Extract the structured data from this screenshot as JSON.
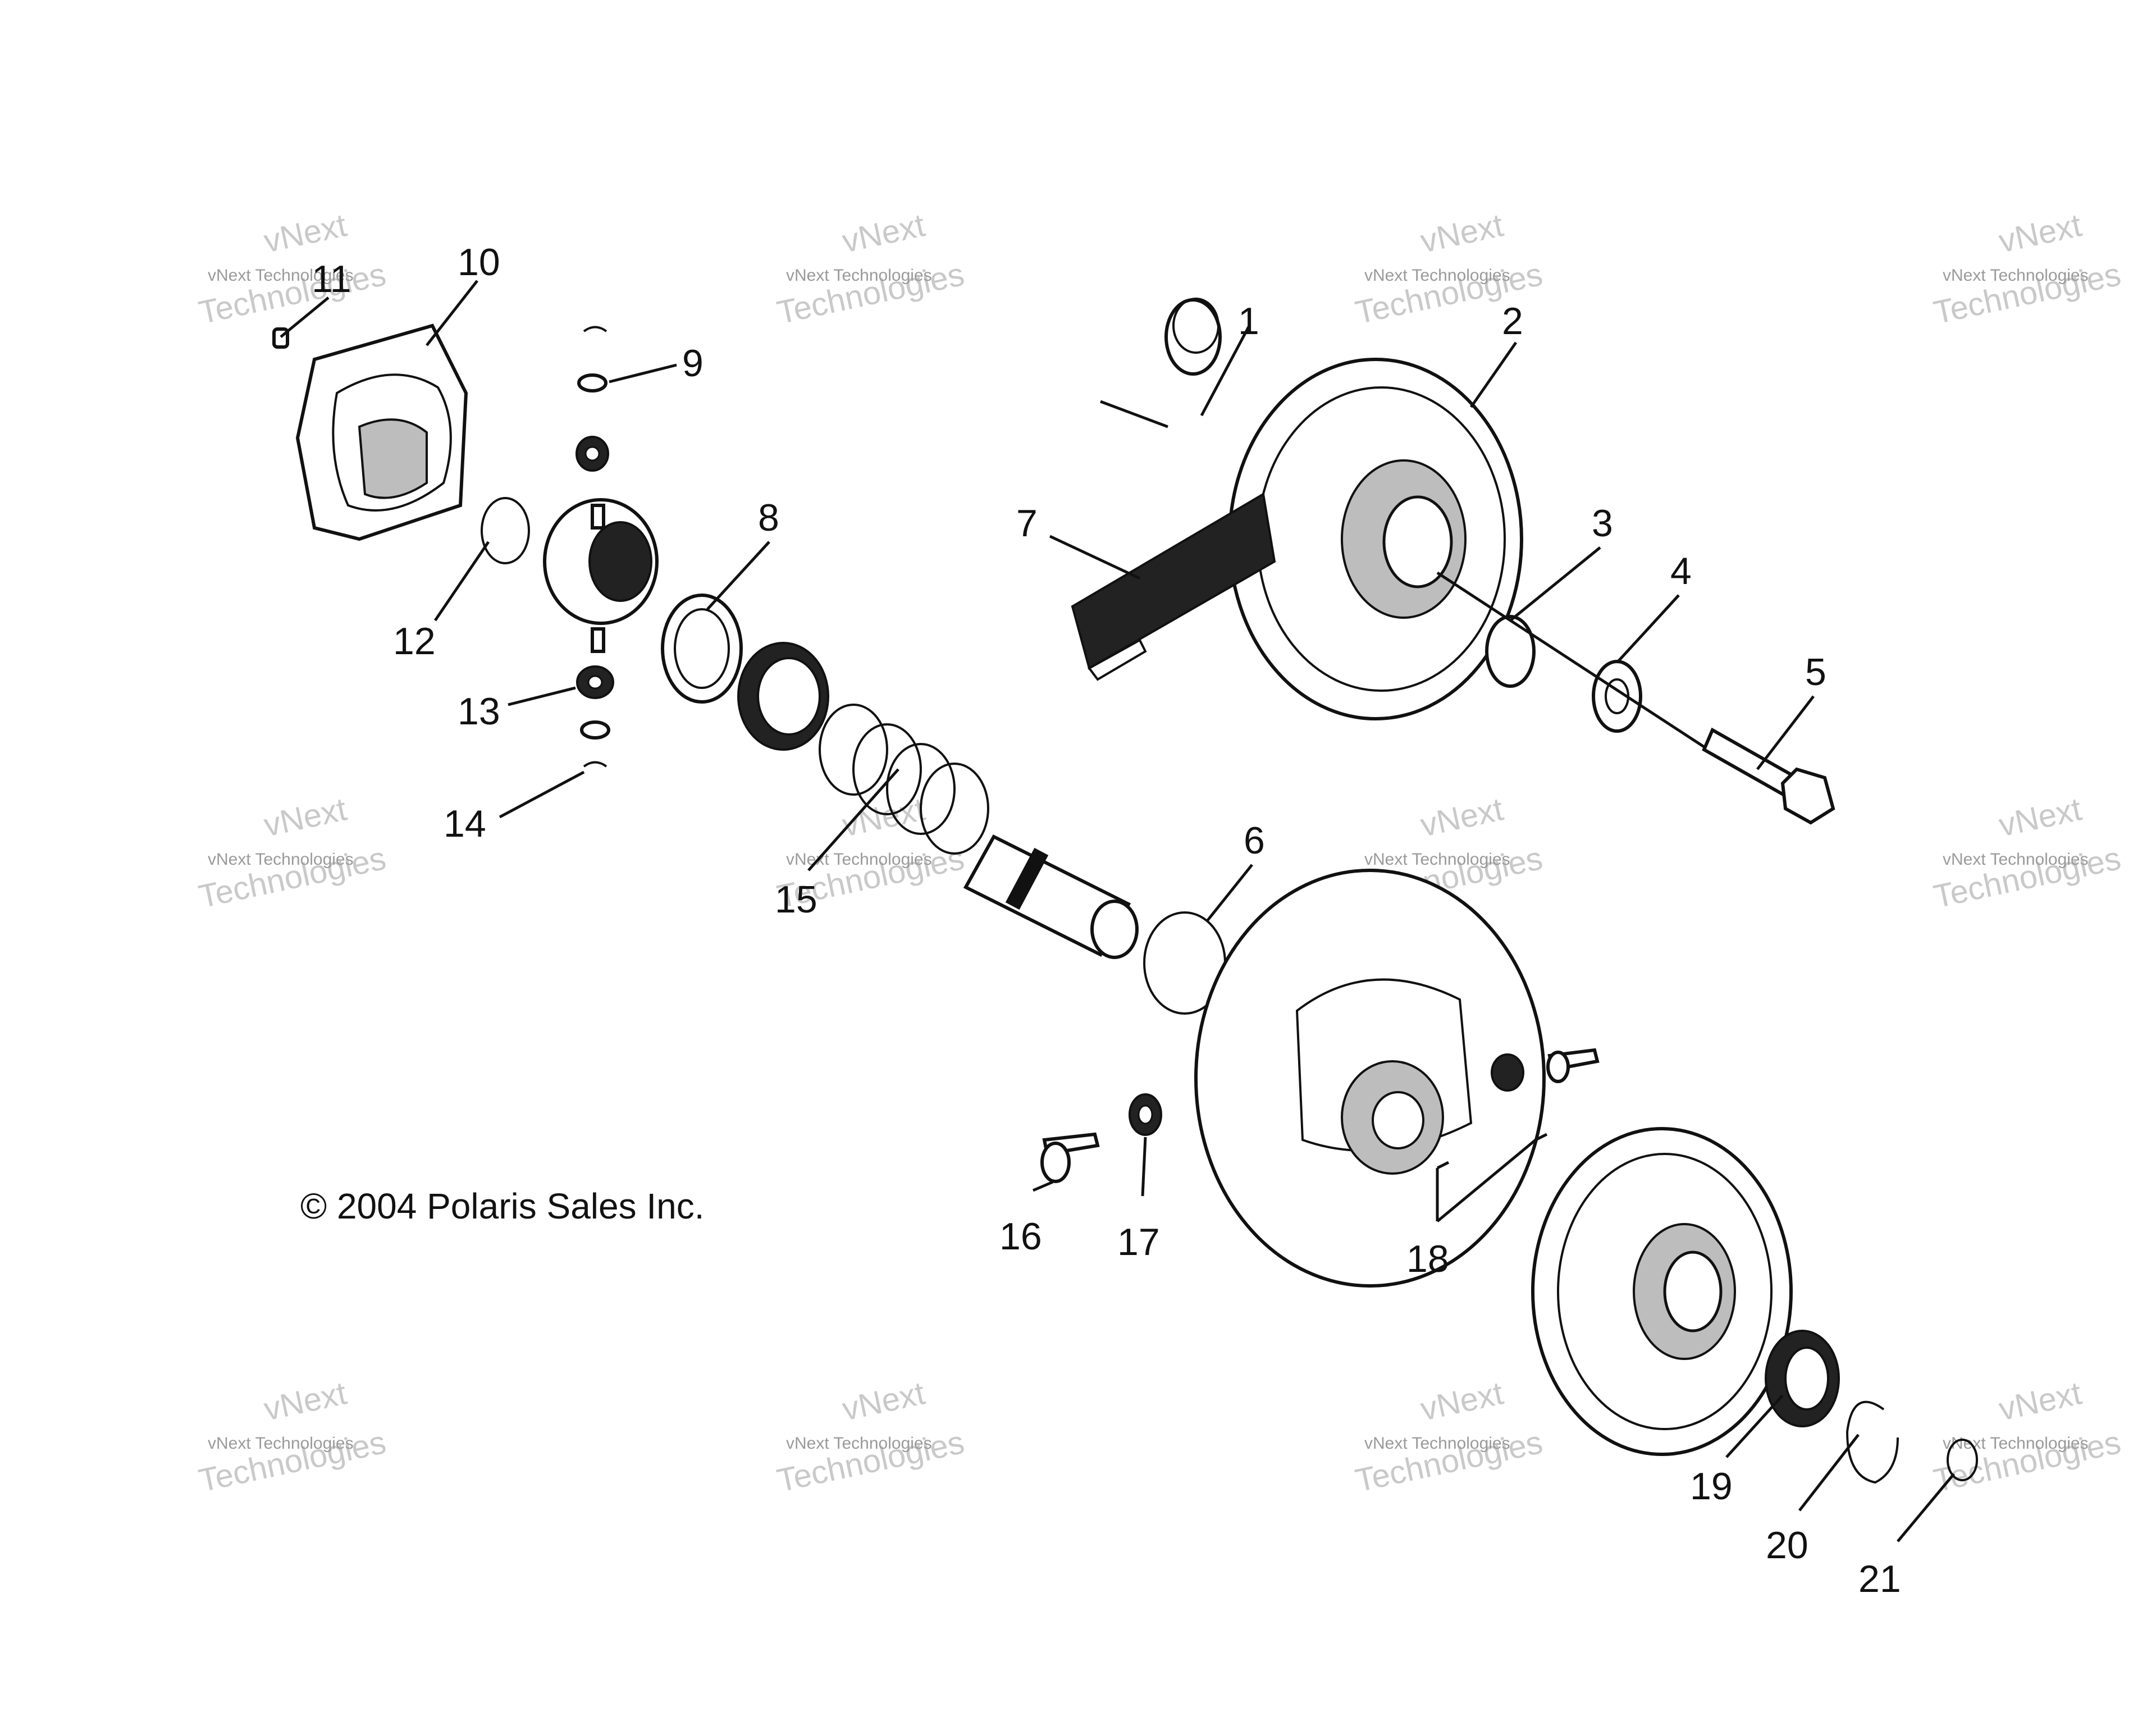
{
  "watermark": {
    "name": "vNext Technologies",
    "word_1": "vNext",
    "word_2": "Technologies"
  },
  "copyright": "© 2004 Polaris Sales Inc.",
  "callouts": [
    "1",
    "2",
    "3",
    "4",
    "5",
    "6",
    "7",
    "8",
    "9",
    "10",
    "11",
    "12",
    "13",
    "14",
    "15",
    "16",
    "17",
    "18",
    "19",
    "20",
    "21"
  ]
}
